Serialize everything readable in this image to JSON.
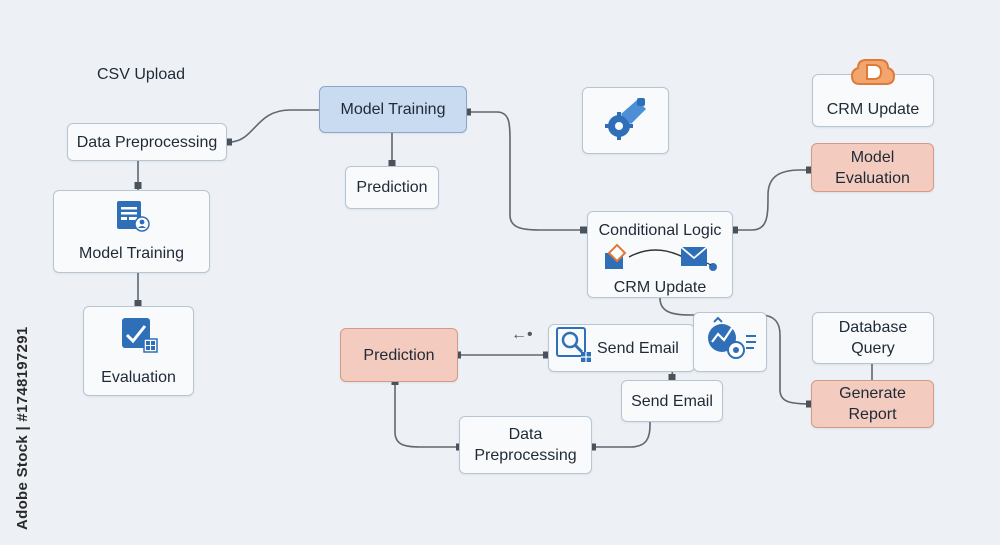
{
  "top_label": "CSV Upload",
  "nodes": {
    "data_preprocessing_top": "Data Preprocessing",
    "model_training_top": "Model Training",
    "prediction_top": "Prediction",
    "model_training_left": "Model Training",
    "evaluation_left": "Evaluation",
    "crm_update_top_right": "CRM Update",
    "model_evaluation": [
      "Model",
      "Evaluation"
    ],
    "conditional_logic_title": "Conditional Logic",
    "conditional_logic_sub": "CRM Update",
    "database_query": [
      "Database",
      "Query"
    ],
    "generate_report": [
      "Generate",
      "Report"
    ],
    "prediction_bottom": "Prediction",
    "send_email_mid": "Send Email",
    "send_email_lower": "Send Email",
    "data_preprocessing_bottom": [
      "Data",
      "Preprocessing"
    ]
  },
  "arrow_hint": "←•",
  "watermark_side": "Adobe Stock | #1748197291",
  "colors": {
    "node_default": "#f8fafc",
    "node_blue": "#c9dbf0",
    "node_red": "#f3cbbf",
    "connector": "#5f6770",
    "icon_blue": "#2f6fb7",
    "icon_orange": "#e07a3a"
  },
  "icons": [
    "document-icon",
    "chart-check-icon",
    "puzzle-gear-icon",
    "cloud-d-icon",
    "diamond-icon",
    "envelope-icon",
    "magnifier-icon",
    "analytics-icon"
  ]
}
